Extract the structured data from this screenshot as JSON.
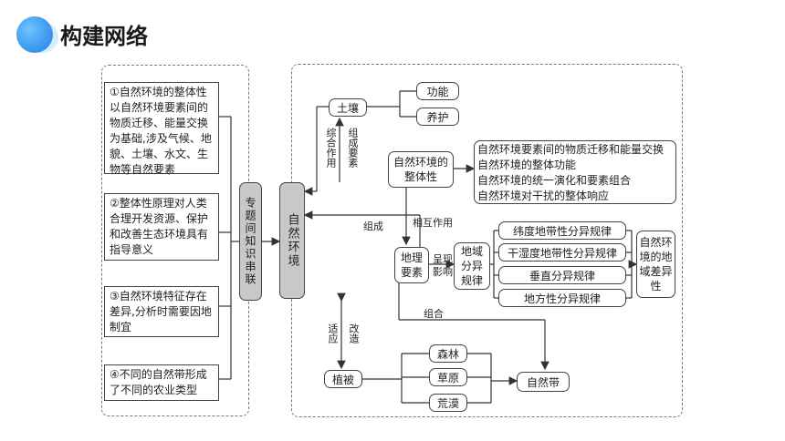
{
  "header": {
    "title": "构建网络"
  },
  "left_panel": {
    "notes": [
      "①自然环境的整体性以自然环境要素间的物质迁移、能量交换为基础,涉及气候、地貌、土壤、水文、生物等自然要素",
      "②整体性原理对人类合理开发资源、保护和改善生态环境具有指导意义",
      "③自然环境特征存在差异,分析时需要因地制宜",
      "④不同的自然带形成了不同的农业类型"
    ],
    "center_label": "专题间知识串联"
  },
  "diagram": {
    "nature_env": "自然环境",
    "soil": "土壤",
    "function": "功能",
    "conservation": "养护",
    "label_composite_role": "综合作用",
    "label_compose_elements": "组成要素",
    "wholeness": "自然环境的整体性",
    "wholeness_items": [
      "自然环境要素间的物质迁移和能量交换",
      "自然环境的整体功能",
      "自然环境的统一演化和要素组合",
      "自然环境对干扰的整体响应"
    ],
    "label_compose": "组成",
    "label_interaction": "相互作用",
    "geo_elements": "地理要素",
    "label_present_influence": "呈现影响",
    "regional_rules": "地域分异规律",
    "rules": [
      "纬度地带性分异规律",
      "干湿度地带性分异规律",
      "垂直分异规律",
      "地方性分异规律"
    ],
    "regional_diff": "自然环境的地域差异性",
    "label_combine": "组合",
    "label_adapt": "适应",
    "label_transform": "改造",
    "vegetation": "植被",
    "veg_types": [
      "森林",
      "草原",
      "荒漠"
    ],
    "natural_zone": "自然带"
  }
}
